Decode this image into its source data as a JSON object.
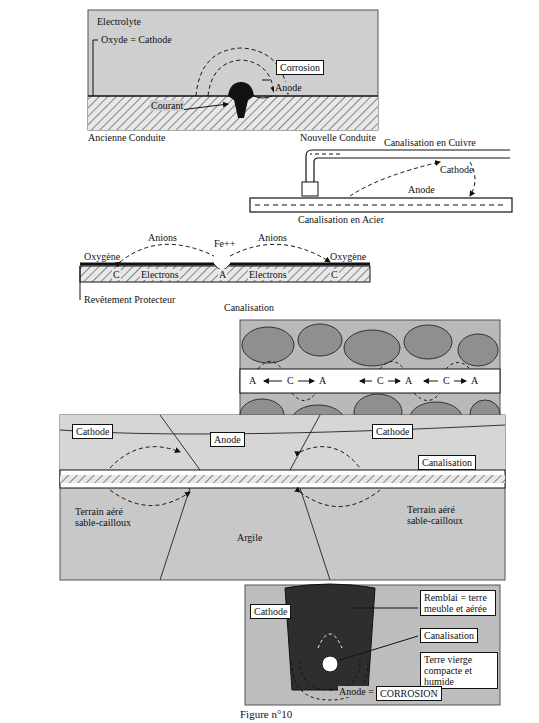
{
  "diagram": {
    "caption": "Figure n°10",
    "nodes": [
      {
        "text": [
          "Corrosion"
        ]
      },
      {
        "text": [
          "Cathode"
        ]
      },
      {
        "text": [
          "Anode"
        ]
      },
      {
        "text": [
          "Cathode"
        ]
      },
      {
        "text": [
          "Canalisation"
        ]
      },
      {
        "text": [
          "Remblai = terre meuble et aérée"
        ]
      },
      {
        "text": [
          "Cathode"
        ]
      },
      {
        "text": [
          "Canalisation"
        ]
      },
      {
        "text": [
          "Terre vierge compacte et humide"
        ]
      },
      {
        "text": [
          "CORROSION"
        ]
      }
    ],
    "labels": [
      "Electrolyte",
      "Oxyde = Cathode",
      "Anode",
      "Courant",
      "Ancienne Conduite",
      "Nouvelle Conduite",
      "Canalisation en Cuivre",
      "Cathode",
      "Anode",
      "Canalisation en Acier",
      "Anions",
      "Anions",
      "Fe++",
      "Oxygène",
      "Oxygène",
      "Electrons",
      "Electrons",
      "C",
      "A",
      "C",
      "Revêtement Protecteur",
      "Canalisation",
      "A",
      "C",
      "A",
      "C",
      "A",
      "C",
      "A",
      "Terrain aéré sable-cailloux",
      "Argile",
      "Terrain aéré sable-cailloux",
      "Anode ="
    ]
  }
}
